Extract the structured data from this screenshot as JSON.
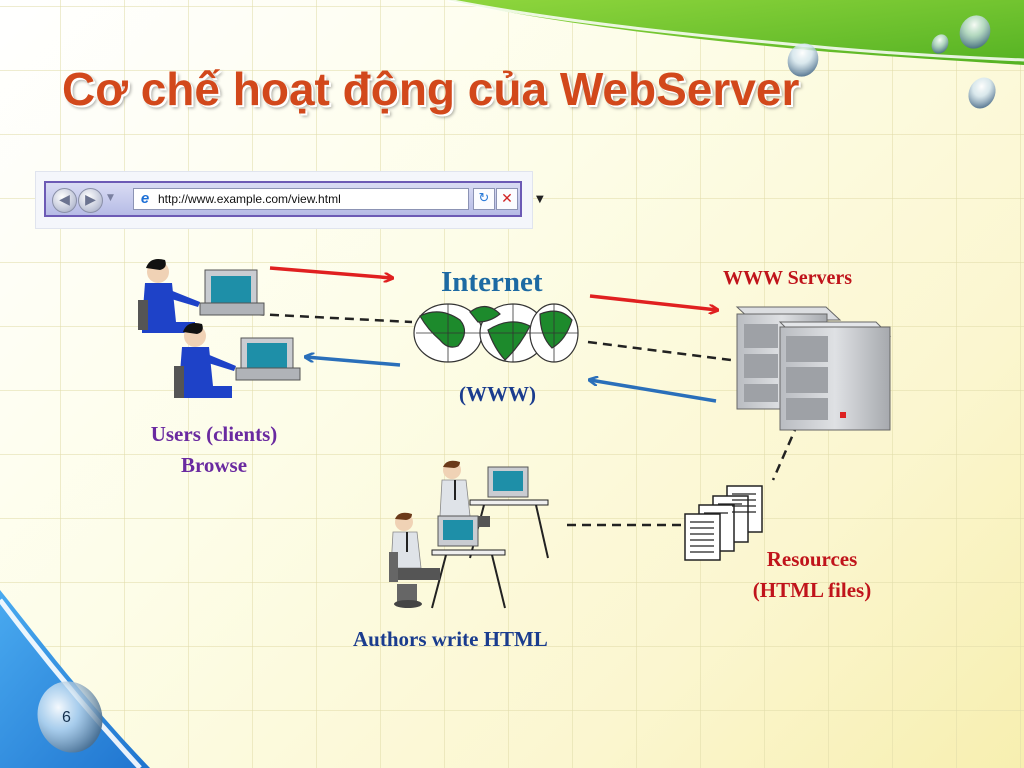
{
  "title": "Cơ chế hoạt động của WebServer",
  "browser": {
    "url": "http://www.example.com/view.html",
    "back_icon": "back-arrow-icon",
    "forward_icon": "forward-arrow-icon",
    "refresh_icon": "refresh-icon",
    "stop_icon": "close-icon"
  },
  "labels": {
    "internet": "Internet",
    "www": "(WWW)",
    "www_servers": "WWW Servers",
    "users_line1": "Users (clients)",
    "users_line2": "Browse",
    "authors": "Authors write HTML",
    "resources_line1": "Resources",
    "resources_line2": "(HTML files)"
  },
  "page_number": "6",
  "colors": {
    "title": "#d2481b",
    "request_arrow": "#e02020",
    "response_arrow": "#2a6fba",
    "label_red": "#c0141b",
    "label_blue": "#1a3c8e",
    "label_purple": "#6a2aa0",
    "internet_label": "#1d6aa3"
  }
}
